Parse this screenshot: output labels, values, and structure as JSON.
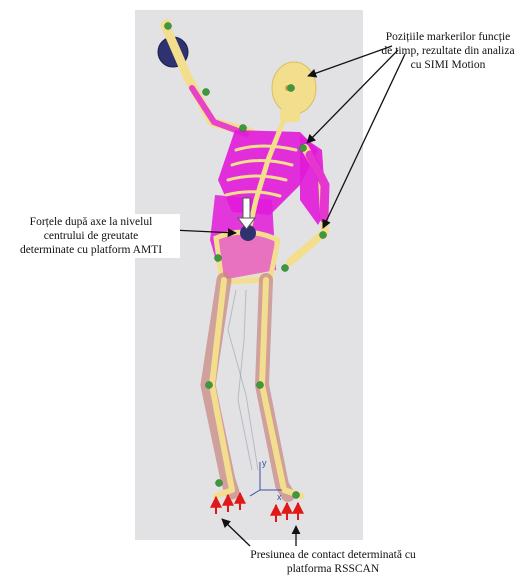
{
  "annotations": {
    "markers": [
      "Pozițiile markerilor funcție",
      "de timp, rezultate din analiza",
      "cu SIMI Motion"
    ],
    "forces": [
      "Forțele după axe la nivelul",
      "centrului de greutate",
      "determinate cu platform AMTI"
    ],
    "pressure": [
      "Presiunea de contact determinată cu",
      "platforma RSSCAN"
    ]
  },
  "axis_labels": {
    "y": "y",
    "x": "x"
  },
  "colors": {
    "panel_background": "#e2e2e4",
    "bone": "#f3de8e",
    "muscle": "#e21ad9",
    "leg_muscle": "#c98a86",
    "marker": "#3c9a3c",
    "ball": "#2f3270",
    "force_arrow": "#e01818"
  }
}
